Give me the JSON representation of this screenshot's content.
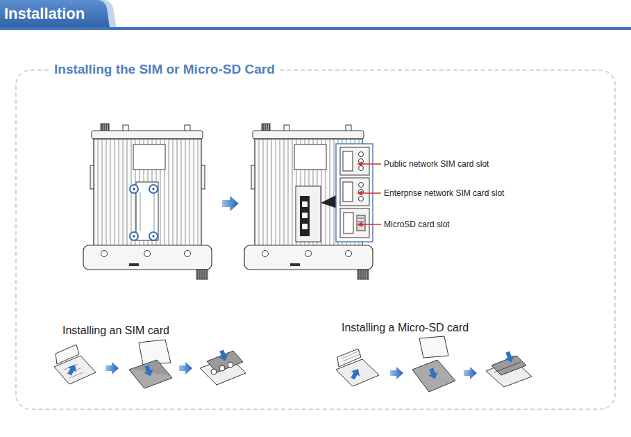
{
  "diagram": {
    "title": "Installation",
    "nodes": [
      {
        "text": [
          "Installing the SIM or Micro-SD Card"
        ]
      }
    ],
    "labels": [
      "Public network SIM card slot",
      "Enterprise network SIM card slot",
      "MicroSD card slot",
      "Installing an SIM card",
      "Installing a Micro-SD card"
    ]
  }
}
